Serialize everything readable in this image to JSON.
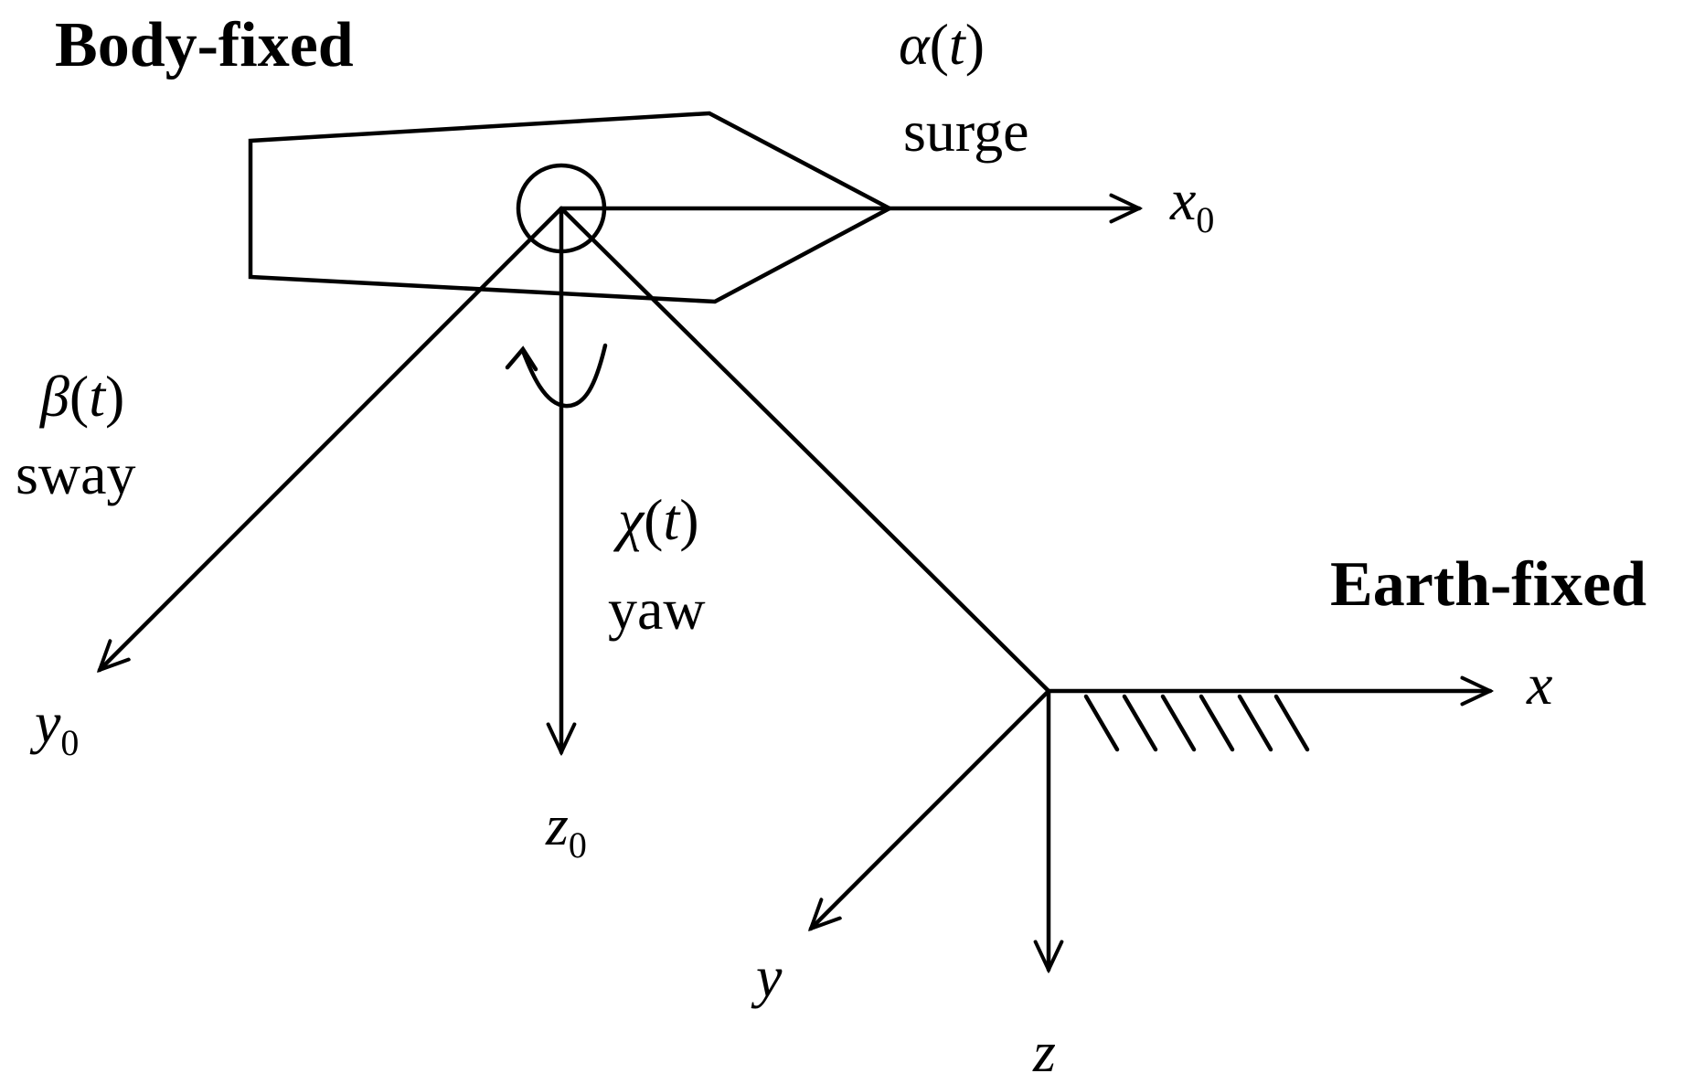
{
  "labels": {
    "body_fixed": "Body-fixed",
    "earth_fixed": "Earth-fixed"
  },
  "motions": {
    "surge": {
      "symbol": "α",
      "arg": "t",
      "word": "surge"
    },
    "sway": {
      "symbol": "β",
      "arg": "t",
      "word": "sway"
    },
    "yaw": {
      "symbol": "χ",
      "arg": "t",
      "word": "yaw"
    }
  },
  "body_axes": {
    "x": {
      "letter": "x",
      "subscript": "0"
    },
    "y": {
      "letter": "y",
      "subscript": "0"
    },
    "z": {
      "letter": "z",
      "subscript": "0"
    }
  },
  "earth_axes": {
    "x": {
      "letter": "x"
    },
    "y": {
      "letter": "y"
    },
    "z": {
      "letter": "z"
    }
  }
}
